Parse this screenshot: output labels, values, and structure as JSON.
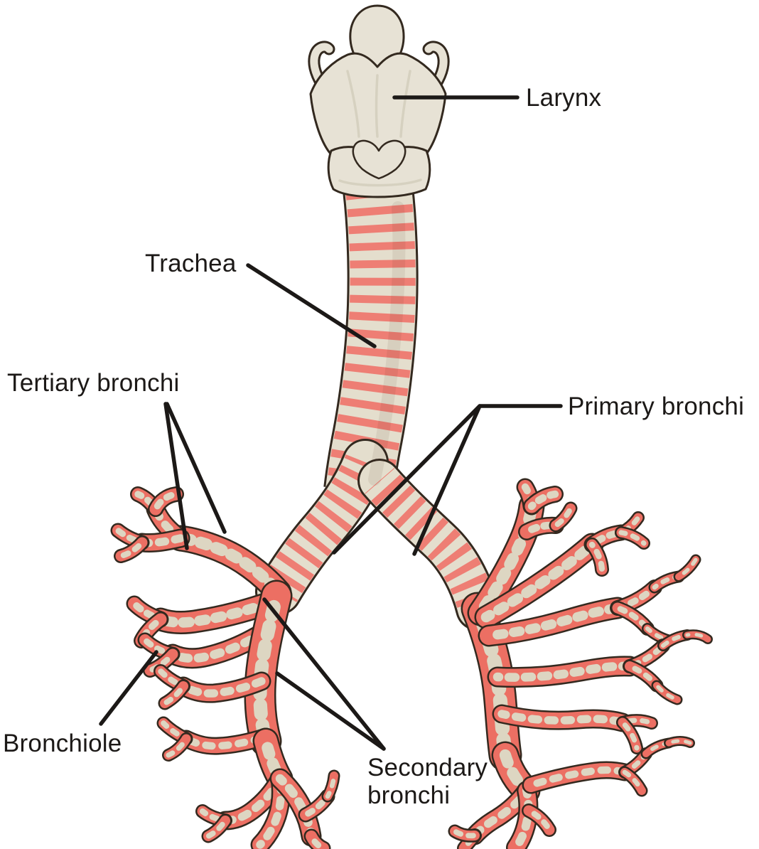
{
  "labels": {
    "larynx": "Larynx",
    "trachea": "Trachea",
    "tertiary_bronchi": "Tertiary bronchi",
    "primary_bronchi": "Primary bronchi",
    "bronchiole": "Bronchiole",
    "secondary_bronchi": "Secondary\nbronchi"
  },
  "colors": {
    "background": "#ffffff",
    "ink": "#1c1917",
    "outline": "#33291f",
    "salmon": "#ee7e74",
    "salmon_deep": "#ec6f63",
    "cream": "#e4decd",
    "cream_spot": "#ddd6c2",
    "larynx_fill": "#e7e2d5",
    "larynx_shade": "#c9c2ae"
  }
}
